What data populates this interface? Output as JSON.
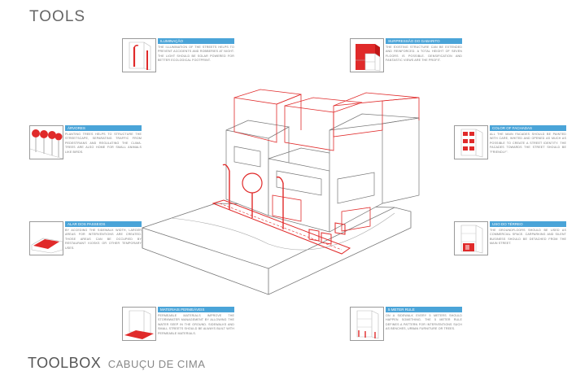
{
  "header": {
    "title": "TOOLS"
  },
  "footer": {
    "title": "TOOLBOX",
    "subtitle": "CABUÇU DE CIMA"
  },
  "colors": {
    "accent_red": "#e02a2a",
    "header_blue": "#4aa4d8",
    "line_gray": "#9a9a9a"
  },
  "tools": [
    {
      "id": "street-lighting",
      "heading": "ILUMINAÇÃO",
      "text": "THE ILLUMINATION OF THE STREETS HELPS TO PREVENT ACCIDENTS AND ROBBERIES AT NIGHT. THE LIGHT SHOULD BE SOLAR POWERED FOR BETTER ECOLOGICAL FOOTPRINT.",
      "icon": "street-lamp-icon"
    },
    {
      "id": "building-growth",
      "heading": "SURPRESSÃO DO GABARITO",
      "text": "THE EXISTING STRUCTURE CAN BE EXTENDED AND REINFORCED. A TOTAL HEIGHT OF SEVEN FLOORS IS POSSIBLE. DENSIFICATION AND FANTASTIC VIEWS ARE THE PROFIT.",
      "icon": "building-extension-icon"
    },
    {
      "id": "trees",
      "heading": "ÁRVORES",
      "text": "PLANTING TREES HELPS TO STRUCTURE THE STREETSCAPE, SEPARATING TRAFFIC FROM PEDESTRIANS AND REGULATING THE CLIMA. TREES ARE ALSO HOME FOR SMALL ANIMALS LIKE BIRDS.",
      "icon": "trees-icon"
    },
    {
      "id": "facade-color",
      "heading": "COLOR OF FACHADAS",
      "text": "ALL THE MAIN FACADES SHOULD BE PAINTED WITH CARE, WHITED AND OPENED AS MUCH AS POSSIBLE TO CREATE A STREET IDENTITY. THE FACADES TOWARDS THE STREET SHOULD BE \"FRIENDLY\".",
      "icon": "facade-icon"
    },
    {
      "id": "sidewalk-widening",
      "heading": "ALAR DOS PASSEIOS",
      "text": "BY ACCEDING THE SIDEWALK WIDTH, LARGER AREAS FOR INTERVENTIONS ARE CREATED. THOSE AREAS CAN BE OCCUPIED BY RESTAURANT KIOSKS OR OTHER TEMPORARY USES.",
      "icon": "sidewalk-icon"
    },
    {
      "id": "ground-floor",
      "heading": "USO DO TÉRREO",
      "text": "THE GROUNDFLOORS SHOULD BE USED AS COMMERCIAL SPACE. CARPARKING AND SILENT BUSINESS SHOULD BE DETACHED FROM THE MAIN STREET.",
      "icon": "ground-floor-icon"
    },
    {
      "id": "permeable-materials",
      "heading": "MATERIAIS PERMEÁVEIS",
      "text": "PERMEABLE MATERIALS IMPROVE THE STORMWATER MANAGEMENT BY ALLOWING THE WATER SEEP IN THE GROUND. SIDEWALKS AND SMALL STREETS SHOULD BE ALWAYS BUILT WITH PERMEABLE MATERIALS.",
      "icon": "permeable-ground-icon"
    },
    {
      "id": "five-meter-rule",
      "heading": "5 METER RULE",
      "text": "ON A SIDEWALK EVERY 5 METERS SHOULD HAPPEN SOMETHING. THE 5 METER RULE DEFINES A PATTERN FOR INTERVENTIONS SUCH AS BENCHES, URBAN FURNITURE OR TREES.",
      "icon": "spacing-rule-icon"
    }
  ]
}
